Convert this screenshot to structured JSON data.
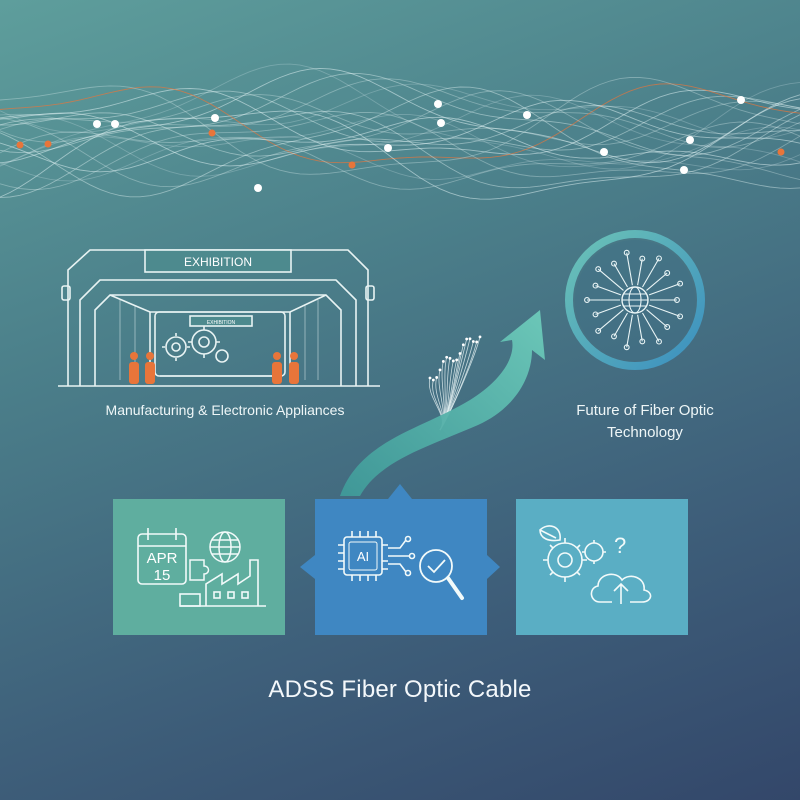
{
  "exhibition": {
    "sign": "EXHIBITION",
    "inner_sign": "EXHIBITION",
    "caption": "Manufacturing & Electronic Appliances"
  },
  "future": {
    "caption_line1": "Future of Fiber Optic",
    "caption_line2": "Technology"
  },
  "panels": {
    "calendar_month": "APR",
    "calendar_day": "15",
    "chip_label": "AI"
  },
  "title": "ADSS Fiber Optic Cable",
  "colors": {
    "teal_panel": "#5fae9f",
    "blue_panel": "#3f87c2",
    "cyan_panel": "#5aaec4",
    "accent_orange": "#e8753a",
    "line_white": "#dff1f2"
  }
}
